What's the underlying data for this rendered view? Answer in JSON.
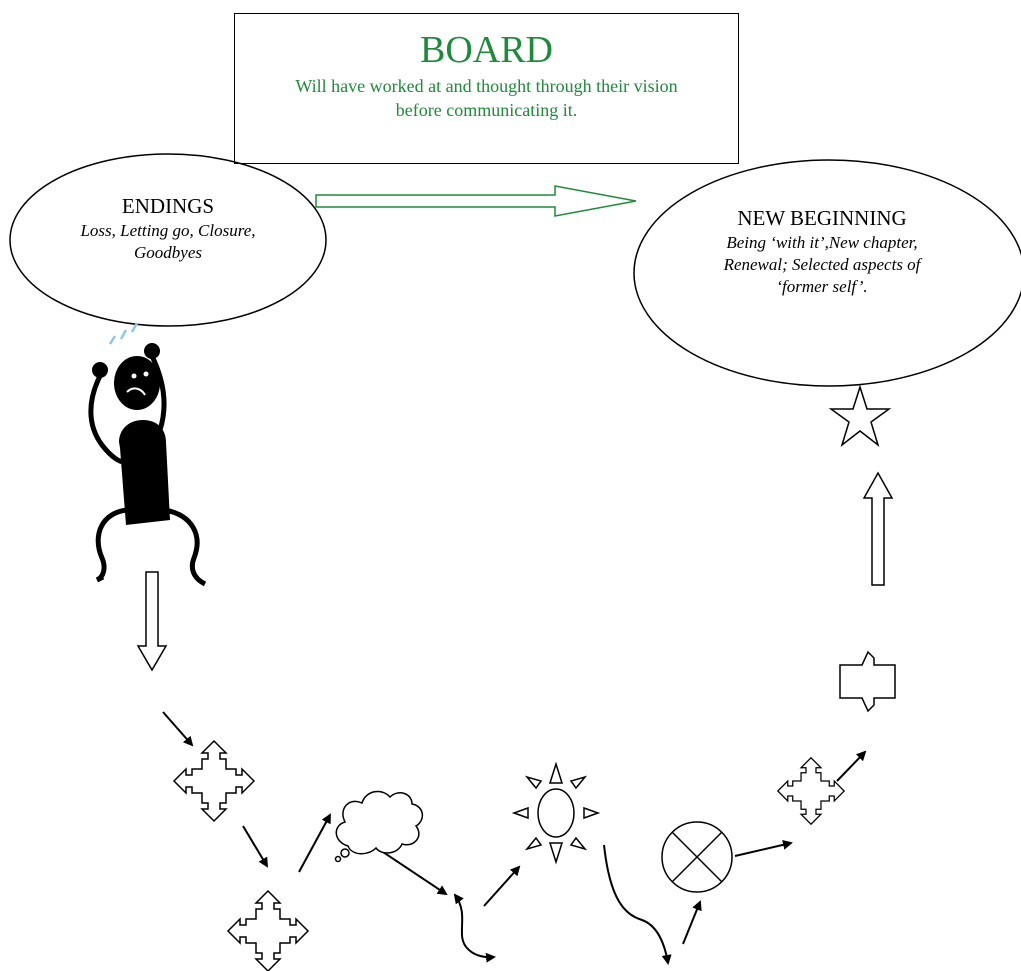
{
  "board": {
    "title": "BOARD",
    "description": "Will have worked at and thought through their vision before communicating it."
  },
  "endings": {
    "title": "ENDINGS",
    "subtitle": "Loss, Letting go, Closure, Goodbyes"
  },
  "new_beginning": {
    "title": "NEW BEGINNING",
    "subtitle": "Being ‘with it’,New chapter, Renewal; Selected aspects of ‘former self’."
  },
  "colors": {
    "board_text": "#1f8a3c",
    "green_arrow": "#1f8a3c",
    "outline": "#000000",
    "tears": "#8fc6e8"
  },
  "icons": [
    "worried-figure-icon",
    "four-way-arrow-icon",
    "thought-cloud-icon",
    "sun-icon",
    "crossed-circle-icon",
    "star-icon",
    "block-arrow-icon"
  ]
}
